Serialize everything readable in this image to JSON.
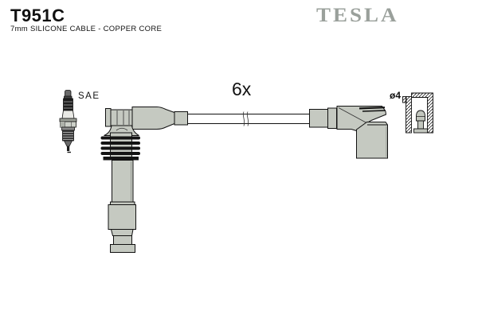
{
  "header": {
    "part_number": "T951C",
    "subtitle": "7mm SILICONE CABLE - COPPER CORE",
    "brand": "TESLA"
  },
  "diagram": {
    "quantity_label": "6x",
    "spark_plug_label": "SAE",
    "terminal_diameter_label": "ø4",
    "illustrations": [
      "spark-plug",
      "ignition-cable-with-angled-boots",
      "terminal-socket-cross-section"
    ]
  },
  "colors": {
    "background": "#ffffff",
    "line": "#111111",
    "boot_fill": "#c5c9c1",
    "brand_gray": "#9aa09b",
    "fin_black": "#141414"
  }
}
